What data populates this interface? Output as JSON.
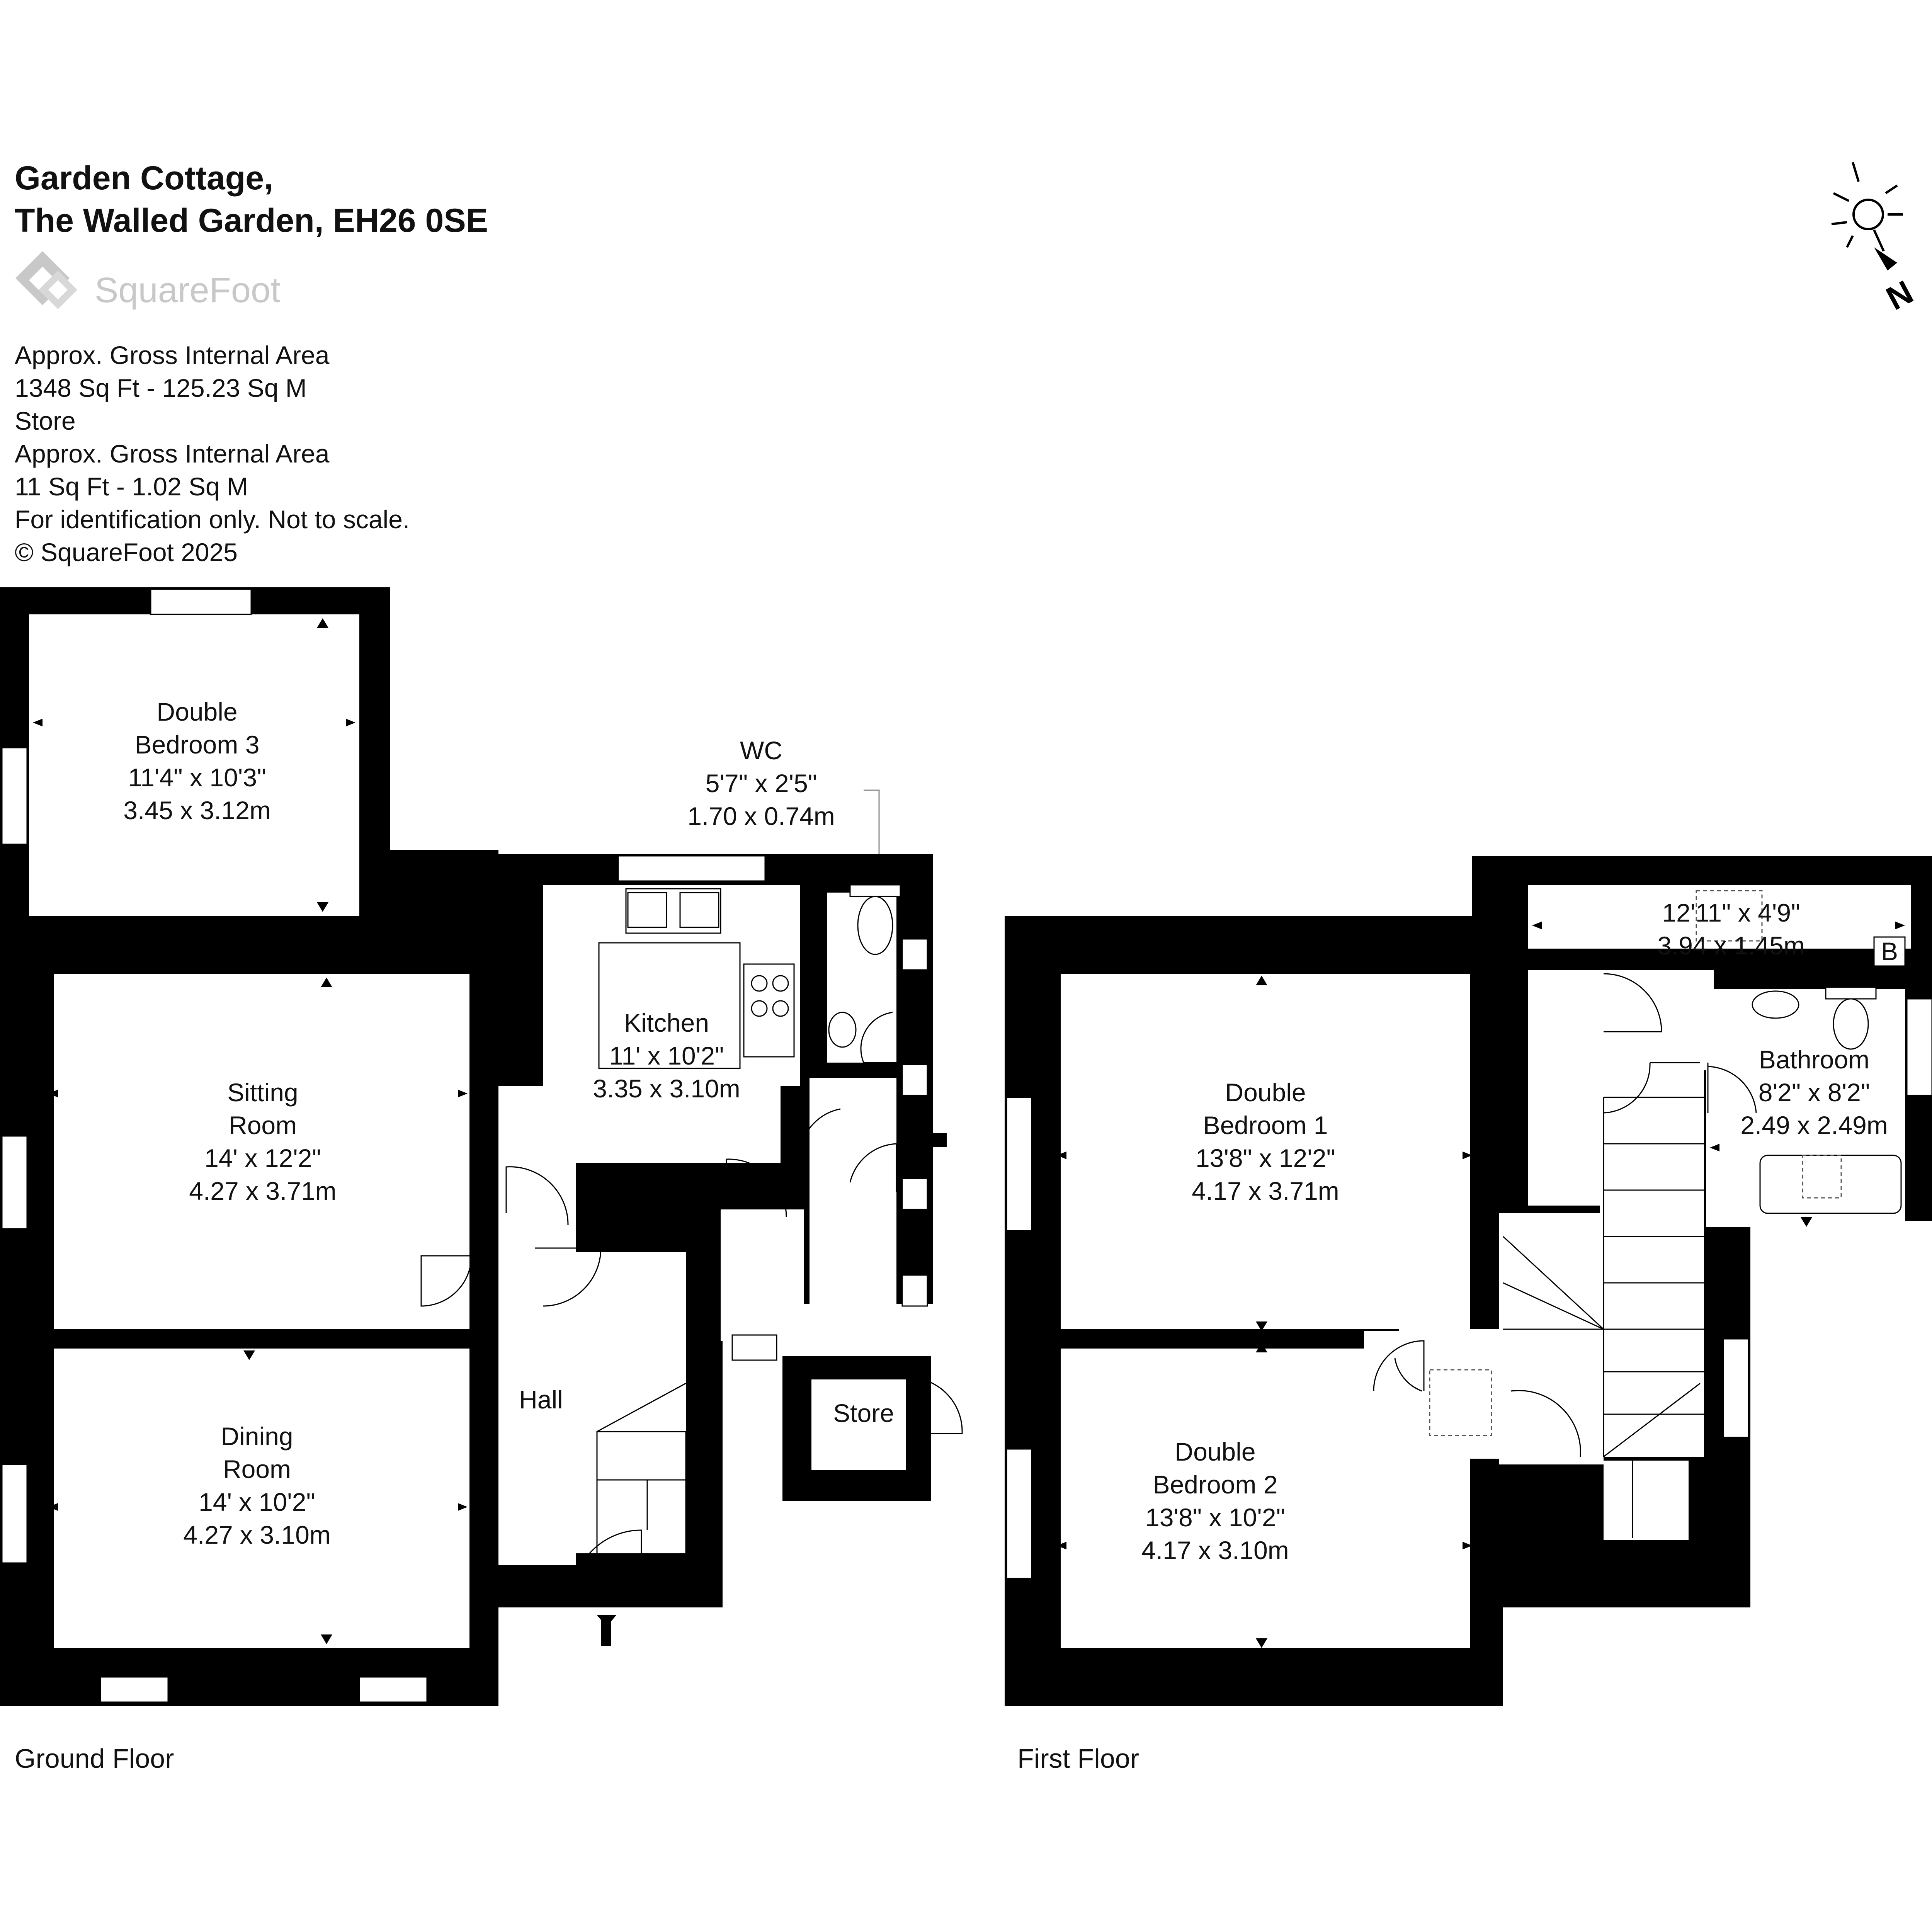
{
  "header": {
    "title_line1": "Garden Cottage,",
    "title_line2": "The Walled Garden, EH26 0SE"
  },
  "logo": {
    "brand": "SquareFoot",
    "icon": "squarefoot-logo-icon"
  },
  "area_info": {
    "lines": [
      "Approx. Gross Internal Area",
      "1348 Sq Ft  -  125.23 Sq M",
      "Store",
      "Approx. Gross Internal Area",
      "11 Sq Ft  -  1.02 Sq M",
      "For identification only. Not to scale.",
      "© SquareFoot 2025"
    ]
  },
  "compass": {
    "icon": "north-arrow-icon",
    "label": "N"
  },
  "floors": {
    "ground": "Ground Floor",
    "first": "First Floor"
  },
  "rooms": {
    "bedroom3": [
      "Double",
      "Bedroom 3",
      "11'4\" x 10'3\"",
      "3.45 x 3.12m"
    ],
    "wc": [
      "WC",
      "5'7\" x 2'5\"",
      "1.70 x 0.74m"
    ],
    "kitchen": [
      "Kitchen",
      "11' x 10'2\"",
      "3.35 x 3.10m"
    ],
    "sitting": [
      "Sitting",
      "Room",
      "14' x 12'2\"",
      "4.27 x 3.71m"
    ],
    "hall": [
      "Hall"
    ],
    "store": [
      "Store"
    ],
    "dining": [
      "Dining",
      "Room",
      "14' x 10'2\"",
      "4.27 x 3.10m"
    ],
    "bedroom1": [
      "Double",
      "Bedroom 1",
      "13'8\" x 12'2\"",
      "4.17 x 3.71m"
    ],
    "bedroom2": [
      "Double",
      "Bedroom 2",
      "13'8\" x 10'2\"",
      "4.17 x 3.10m"
    ],
    "landing_room": [
      "12'11\" x 4'9\"",
      "3.94 x 1.45m"
    ],
    "bathroom": [
      "Bathroom",
      "8'2\" x 8'2\"",
      "2.49 x 2.49m"
    ],
    "boiler": [
      "B"
    ]
  }
}
